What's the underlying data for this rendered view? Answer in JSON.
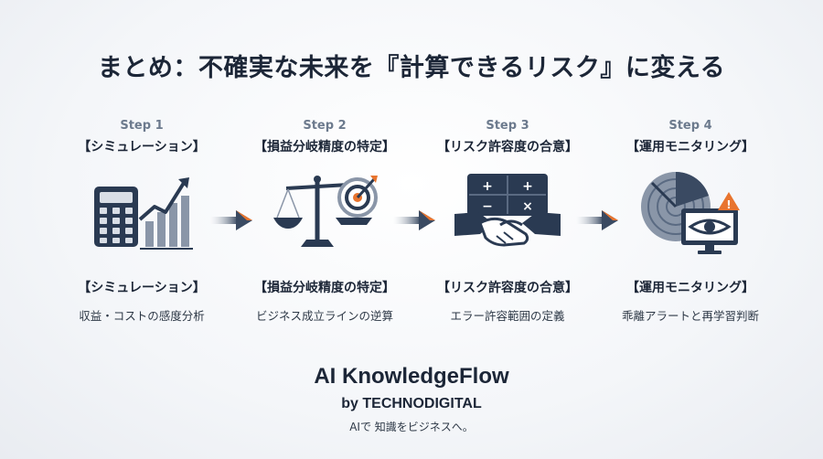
{
  "title": "まとめ：不確実な未来を『計算できるリスク』に変える",
  "steps": [
    {
      "num": "Step 1",
      "head": "【シミュレーション】",
      "label": "【シミュレーション】",
      "desc": "収益・コストの感度分析",
      "icon": "calculator-chart-icon"
    },
    {
      "num": "Step 2",
      "head": "【損益分岐精度の特定】",
      "label": "【損益分岐精度の特定】",
      "desc": "ビジネス成立ラインの逆算",
      "icon": "scale-target-icon"
    },
    {
      "num": "Step 3",
      "head": "【リスク許容度の合意】",
      "label": "【リスク許容度の合意】",
      "desc": "エラー許容範囲の定義",
      "icon": "handshake-icon"
    },
    {
      "num": "Step 4",
      "head": "【運用モニタリング】",
      "label": "【運用モニタリング】",
      "desc": "乖離アラートと再学習判断",
      "icon": "radar-monitor-icon"
    }
  ],
  "brand": {
    "name": "AI KnowledgeFlow",
    "by": "by TECHNODIGITAL",
    "tagline": "AIで 知識をビジネスへ。"
  },
  "colors": {
    "navy": "#2a3a52",
    "gray": "#8a96a8",
    "accent": "#e8742e"
  }
}
